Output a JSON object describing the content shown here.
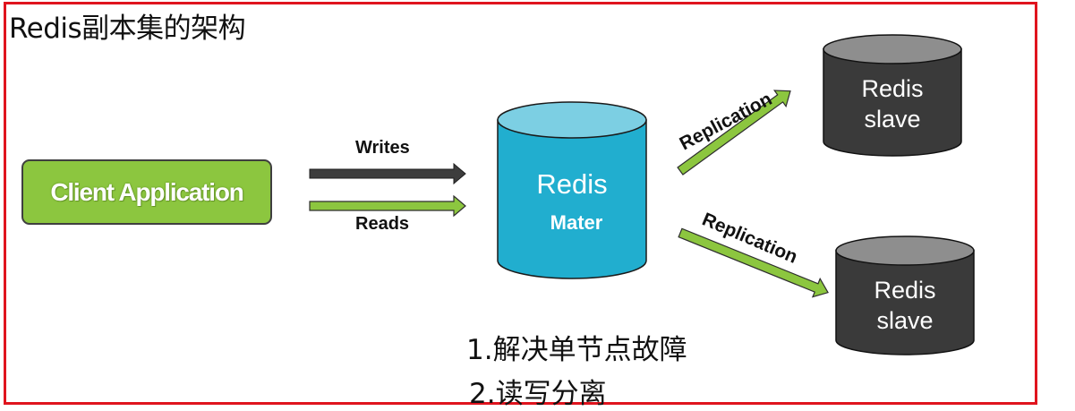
{
  "title": "Redis副本集的架构",
  "client": {
    "label": "Client Application"
  },
  "flows": {
    "writes_label": "Writes",
    "reads_label": "Reads"
  },
  "master": {
    "line1": "Redis",
    "line2": "Mater"
  },
  "replication": {
    "top_label": "Replication",
    "bottom_label": "Replication"
  },
  "slaves": [
    {
      "line1": "Redis",
      "line2": "slave"
    },
    {
      "line1": "Redis",
      "line2": "slave"
    }
  ],
  "notes": [
    "1.解决单节点故障",
    "2.读写分离"
  ],
  "colors": {
    "frame": "#e0141e",
    "client_fill": "#8cc63f",
    "master_fill": "#21aecf",
    "master_top": "#7ccfe3",
    "slave_fill": "#3a3a3a",
    "slave_top": "#8e8e8e",
    "arrow_dark": "#3d3d3d",
    "arrow_green": "#8cc63f"
  }
}
